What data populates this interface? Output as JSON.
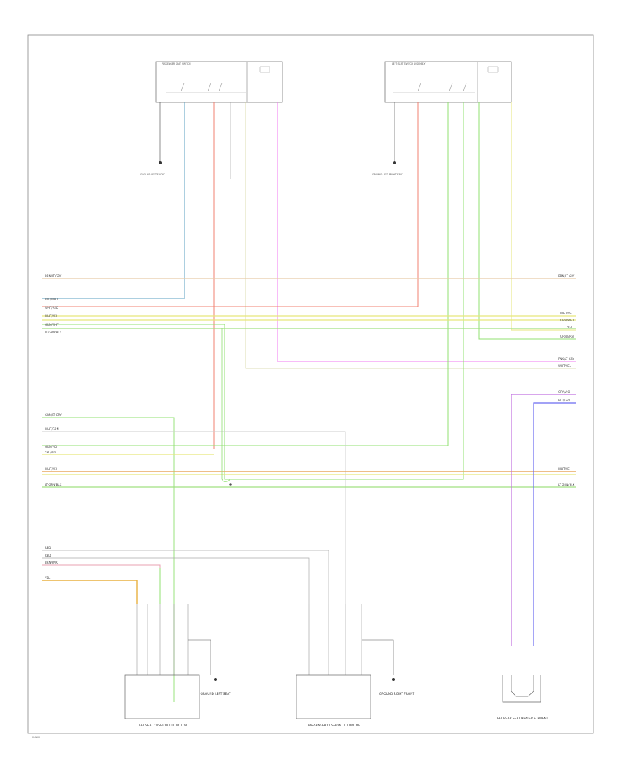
{
  "figure_code": "Y 4600",
  "colors": {
    "tan": "#e8c9a8",
    "teal": "#5a9fc0",
    "salmon": "#f08070",
    "yellow": "#e6e67a",
    "green": "#90e070",
    "lgreen": "#a0e080",
    "magenta": "#f07af0",
    "violet": "#c070e0",
    "blue": "#6a6af0",
    "gray": "#bbbbbb",
    "orange": "#e8a860",
    "gold": "#e8b040",
    "black": "#000000"
  },
  "bus_wires": [
    {
      "name": "wire-tan",
      "color": "tan",
      "left": "BRN/LT GRY",
      "right": "BRN/LT GRY"
    },
    {
      "name": "wire-teal",
      "color": "teal",
      "left": "BLU/WHT",
      "right": ""
    },
    {
      "name": "wire-salmon",
      "color": "salmon",
      "left": "WHT/RED",
      "right": ""
    },
    {
      "name": "wire-yellow",
      "color": "yellow",
      "left": "WHT/YEL",
      "right": "WHT/YEL"
    },
    {
      "name": "wire-green",
      "color": "green",
      "left": "GRN/WHT",
      "right": "GRN/WHT"
    },
    {
      "name": "wire-lgreen",
      "color": "lgreen",
      "left": "LT GRN/BLK",
      "right": "YEL"
    },
    {
      "name": "wire-green-r",
      "color": "green",
      "left": "",
      "right": "GRN/BRN"
    },
    {
      "name": "wire-magenta",
      "color": "magenta",
      "left": "",
      "right": "PNK/LT GRY"
    },
    {
      "name": "wire-yellow2",
      "color": "yellow",
      "left": "",
      "right": "WHT/YEL"
    },
    {
      "name": "wire-violet",
      "color": "violet",
      "left": "",
      "right": "GRY/VIO"
    },
    {
      "name": "wire-blue",
      "color": "blue",
      "left": "",
      "right": "BLU/GRY"
    },
    {
      "name": "wire-green3",
      "color": "green",
      "left": "GRN/LT GRY",
      "right": ""
    },
    {
      "name": "wire-gray",
      "color": "gray",
      "left": "WHT/GRN",
      "right": ""
    },
    {
      "name": "wire-green4",
      "color": "green",
      "left": "GRN/VIO",
      "right": ""
    },
    {
      "name": "wire-yellow3",
      "color": "yellow",
      "left": "YEL/VIO",
      "right": ""
    },
    {
      "name": "wire-orange",
      "color": "orange",
      "left": "WHT/YEL",
      "right": "WHT/YEL"
    },
    {
      "name": "wire-green5",
      "color": "lgreen",
      "left": "LT GRN/BLK",
      "right": "LT GRN/BLK"
    }
  ],
  "lower_wires": [
    {
      "name": "wire-red-a",
      "left": "RED"
    },
    {
      "name": "wire-red-b",
      "left": "RED"
    },
    {
      "name": "wire-brn-pnk",
      "left": "BRN/PNK"
    },
    {
      "name": "wire-gold",
      "left": "YEL"
    }
  ],
  "components": {
    "top_left": {
      "title": "PASSENGER SEAT SWITCH"
    },
    "top_right": {
      "title": "LEFT SEAT SWITCH ASSEMBLY"
    },
    "bottom_left": {
      "title": "LEFT SEAT CUSHION TILT MOTOR"
    },
    "bottom_mid": {
      "title": "PASSENGER CUSHION TILT MOTOR"
    },
    "bottom_right": {
      "title": "LEFT REAR SEAT HEATER ELEMENT"
    }
  },
  "grounds": {
    "top_left_ground": {
      "label": "GROUND LEFT FRONT"
    },
    "top_right_ground": {
      "label": "GROUND LEFT FRONT SEAT"
    },
    "bottom_left_ground": {
      "label": "GROUND LEFT SEAT"
    },
    "bottom_mid_ground": {
      "label": "GROUND RIGHT FRONT"
    }
  }
}
